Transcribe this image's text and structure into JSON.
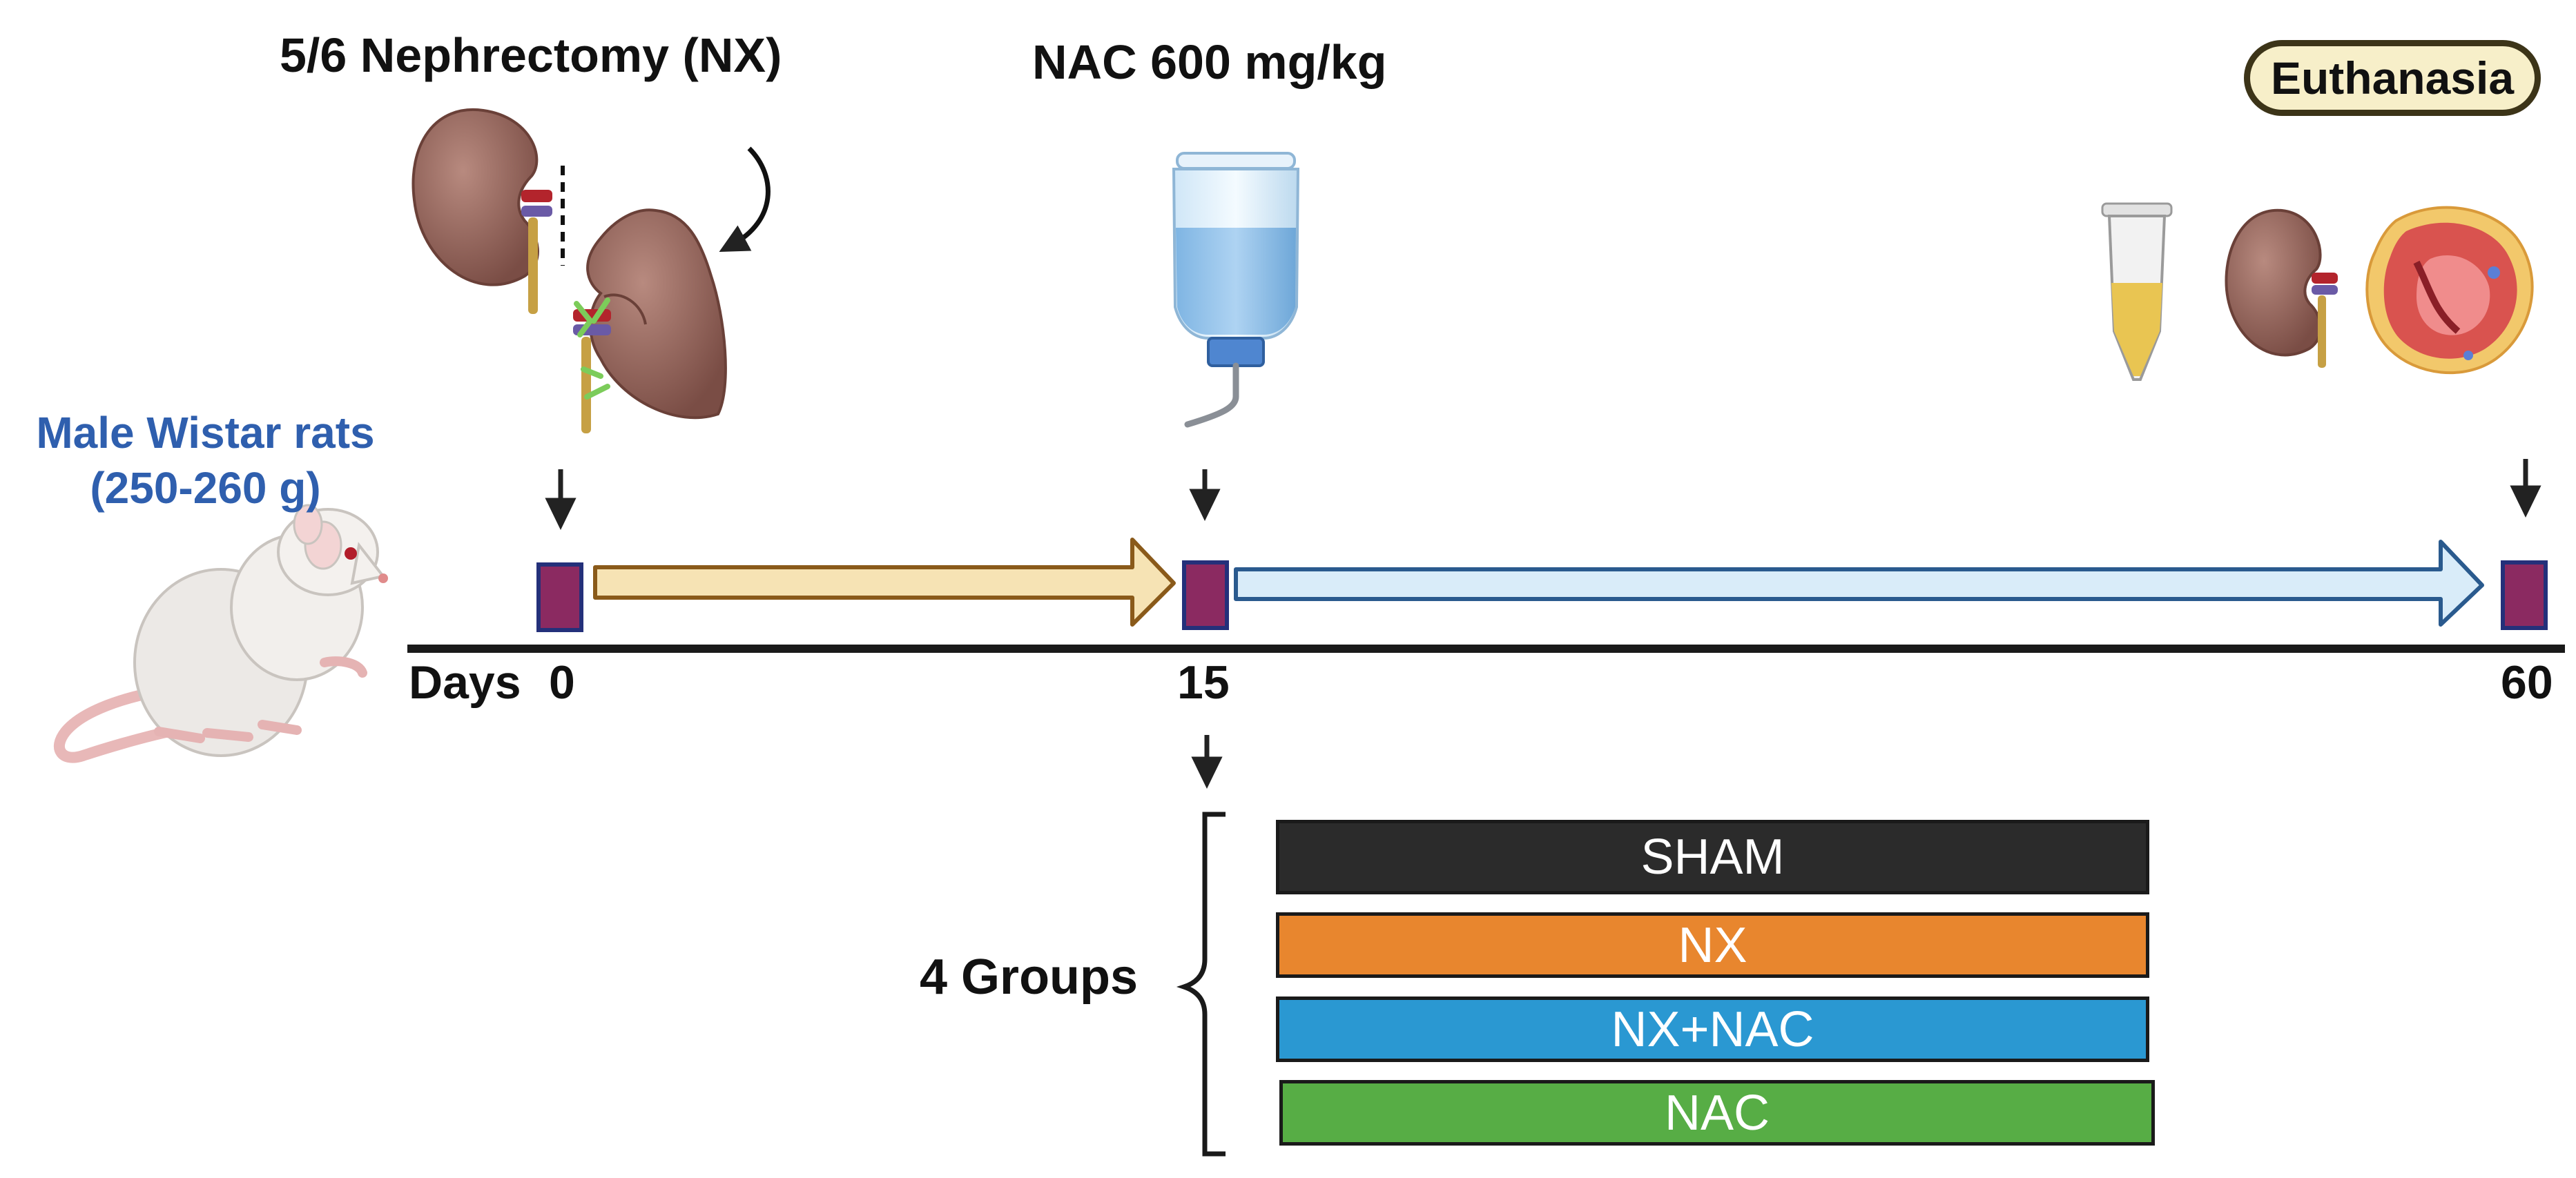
{
  "procedure_label": "5/6 Nephrectomy (NX)",
  "treatment_label": "NAC 600 mg/kg",
  "endpoint_label": "Euthanasia",
  "subjects": {
    "line1": "Male Wistar rats",
    "line2": "(250-260 g)"
  },
  "timeline": {
    "axis_label": "Days",
    "ticks": [
      "0",
      "15",
      "60"
    ]
  },
  "groups": {
    "label": "4 Groups",
    "items": [
      {
        "name": "SHAM",
        "color": "#2b2b2b"
      },
      {
        "name": "NX",
        "color": "#e8862e"
      },
      {
        "name": "NX+NAC",
        "color": "#2a98d2"
      },
      {
        "name": "NAC",
        "color": "#57ad45"
      }
    ]
  },
  "colors": {
    "subject_text": "#2f5fae",
    "marker_fill": "#8b2a61",
    "marker_border": "#24307a",
    "arrow1_fill": "#f6e3b4",
    "arrow1_stroke": "#8a5a1a",
    "arrow2_fill": "#d9ecf9",
    "arrow2_stroke": "#2a5a8e"
  },
  "icons": [
    "rat-icon",
    "kidney-icon",
    "water-bottle-icon",
    "sample-tube-icon",
    "heart-section-icon"
  ]
}
